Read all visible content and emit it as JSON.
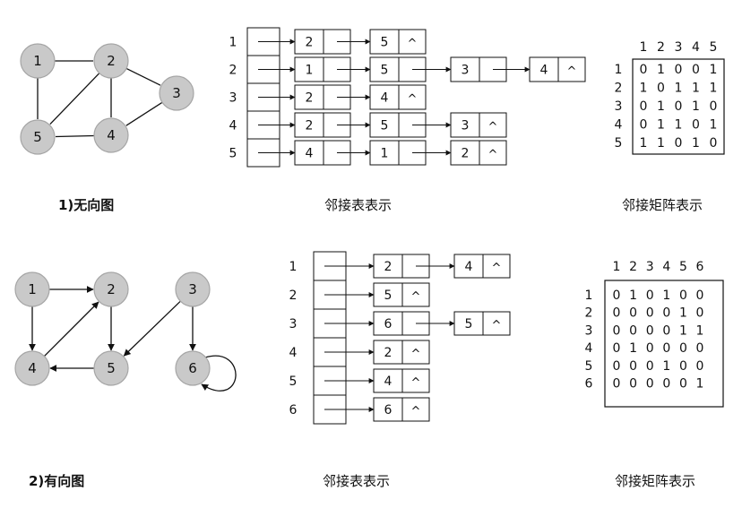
{
  "undirected": {
    "caption": "1)无向图",
    "list_caption": "邻接表表示",
    "matrix_caption": "邻接矩阵表示",
    "node_labels": [
      "1",
      "2",
      "3",
      "4",
      "5"
    ],
    "edges": [
      [
        1,
        2
      ],
      [
        1,
        5
      ],
      [
        2,
        3
      ],
      [
        2,
        4
      ],
      [
        2,
        5
      ],
      [
        3,
        4
      ],
      [
        4,
        5
      ]
    ],
    "adj_list": [
      {
        "label": "1",
        "items": [
          "2",
          "5"
        ]
      },
      {
        "label": "2",
        "items": [
          "1",
          "5",
          "3",
          "4"
        ]
      },
      {
        "label": "3",
        "items": [
          "2",
          "4"
        ]
      },
      {
        "label": "4",
        "items": [
          "2",
          "5",
          "3"
        ]
      },
      {
        "label": "5",
        "items": [
          "4",
          "1",
          "2"
        ]
      }
    ],
    "null_symbol": "^",
    "matrix_headers": [
      "1",
      "2",
      "3",
      "4",
      "5"
    ],
    "matrix": [
      [
        "0",
        "1",
        "0",
        "0",
        "1"
      ],
      [
        "1",
        "0",
        "1",
        "1",
        "1"
      ],
      [
        "0",
        "1",
        "0",
        "1",
        "0"
      ],
      [
        "0",
        "1",
        "1",
        "0",
        "1"
      ],
      [
        "1",
        "1",
        "0",
        "1",
        "0"
      ]
    ]
  },
  "directed": {
    "caption": "2)有向图",
    "list_caption": "邻接表表示",
    "matrix_caption": "邻接矩阵表示",
    "node_labels": [
      "1",
      "2",
      "3",
      "4",
      "5",
      "6"
    ],
    "edges": [
      [
        1,
        2
      ],
      [
        1,
        4
      ],
      [
        4,
        2
      ],
      [
        2,
        5
      ],
      [
        5,
        4
      ],
      [
        3,
        5
      ],
      [
        3,
        6
      ],
      [
        6,
        6
      ]
    ],
    "adj_list": [
      {
        "label": "1",
        "items": [
          "2",
          "4"
        ]
      },
      {
        "label": "2",
        "items": [
          "5"
        ]
      },
      {
        "label": "3",
        "items": [
          "6",
          "5"
        ]
      },
      {
        "label": "4",
        "items": [
          "2"
        ]
      },
      {
        "label": "5",
        "items": [
          "4"
        ]
      },
      {
        "label": "6",
        "items": [
          "6"
        ]
      }
    ],
    "null_symbol": "^",
    "matrix_headers": [
      "1",
      "2",
      "3",
      "4",
      "5",
      "6"
    ],
    "matrix": [
      [
        "0",
        "1",
        "0",
        "1",
        "0",
        "0"
      ],
      [
        "0",
        "0",
        "0",
        "0",
        "1",
        "0"
      ],
      [
        "0",
        "0",
        "0",
        "0",
        "1",
        "1"
      ],
      [
        "0",
        "1",
        "0",
        "0",
        "0",
        "0"
      ],
      [
        "0",
        "0",
        "0",
        "1",
        "0",
        "0"
      ],
      [
        "0",
        "0",
        "0",
        "0",
        "0",
        "1"
      ]
    ]
  }
}
